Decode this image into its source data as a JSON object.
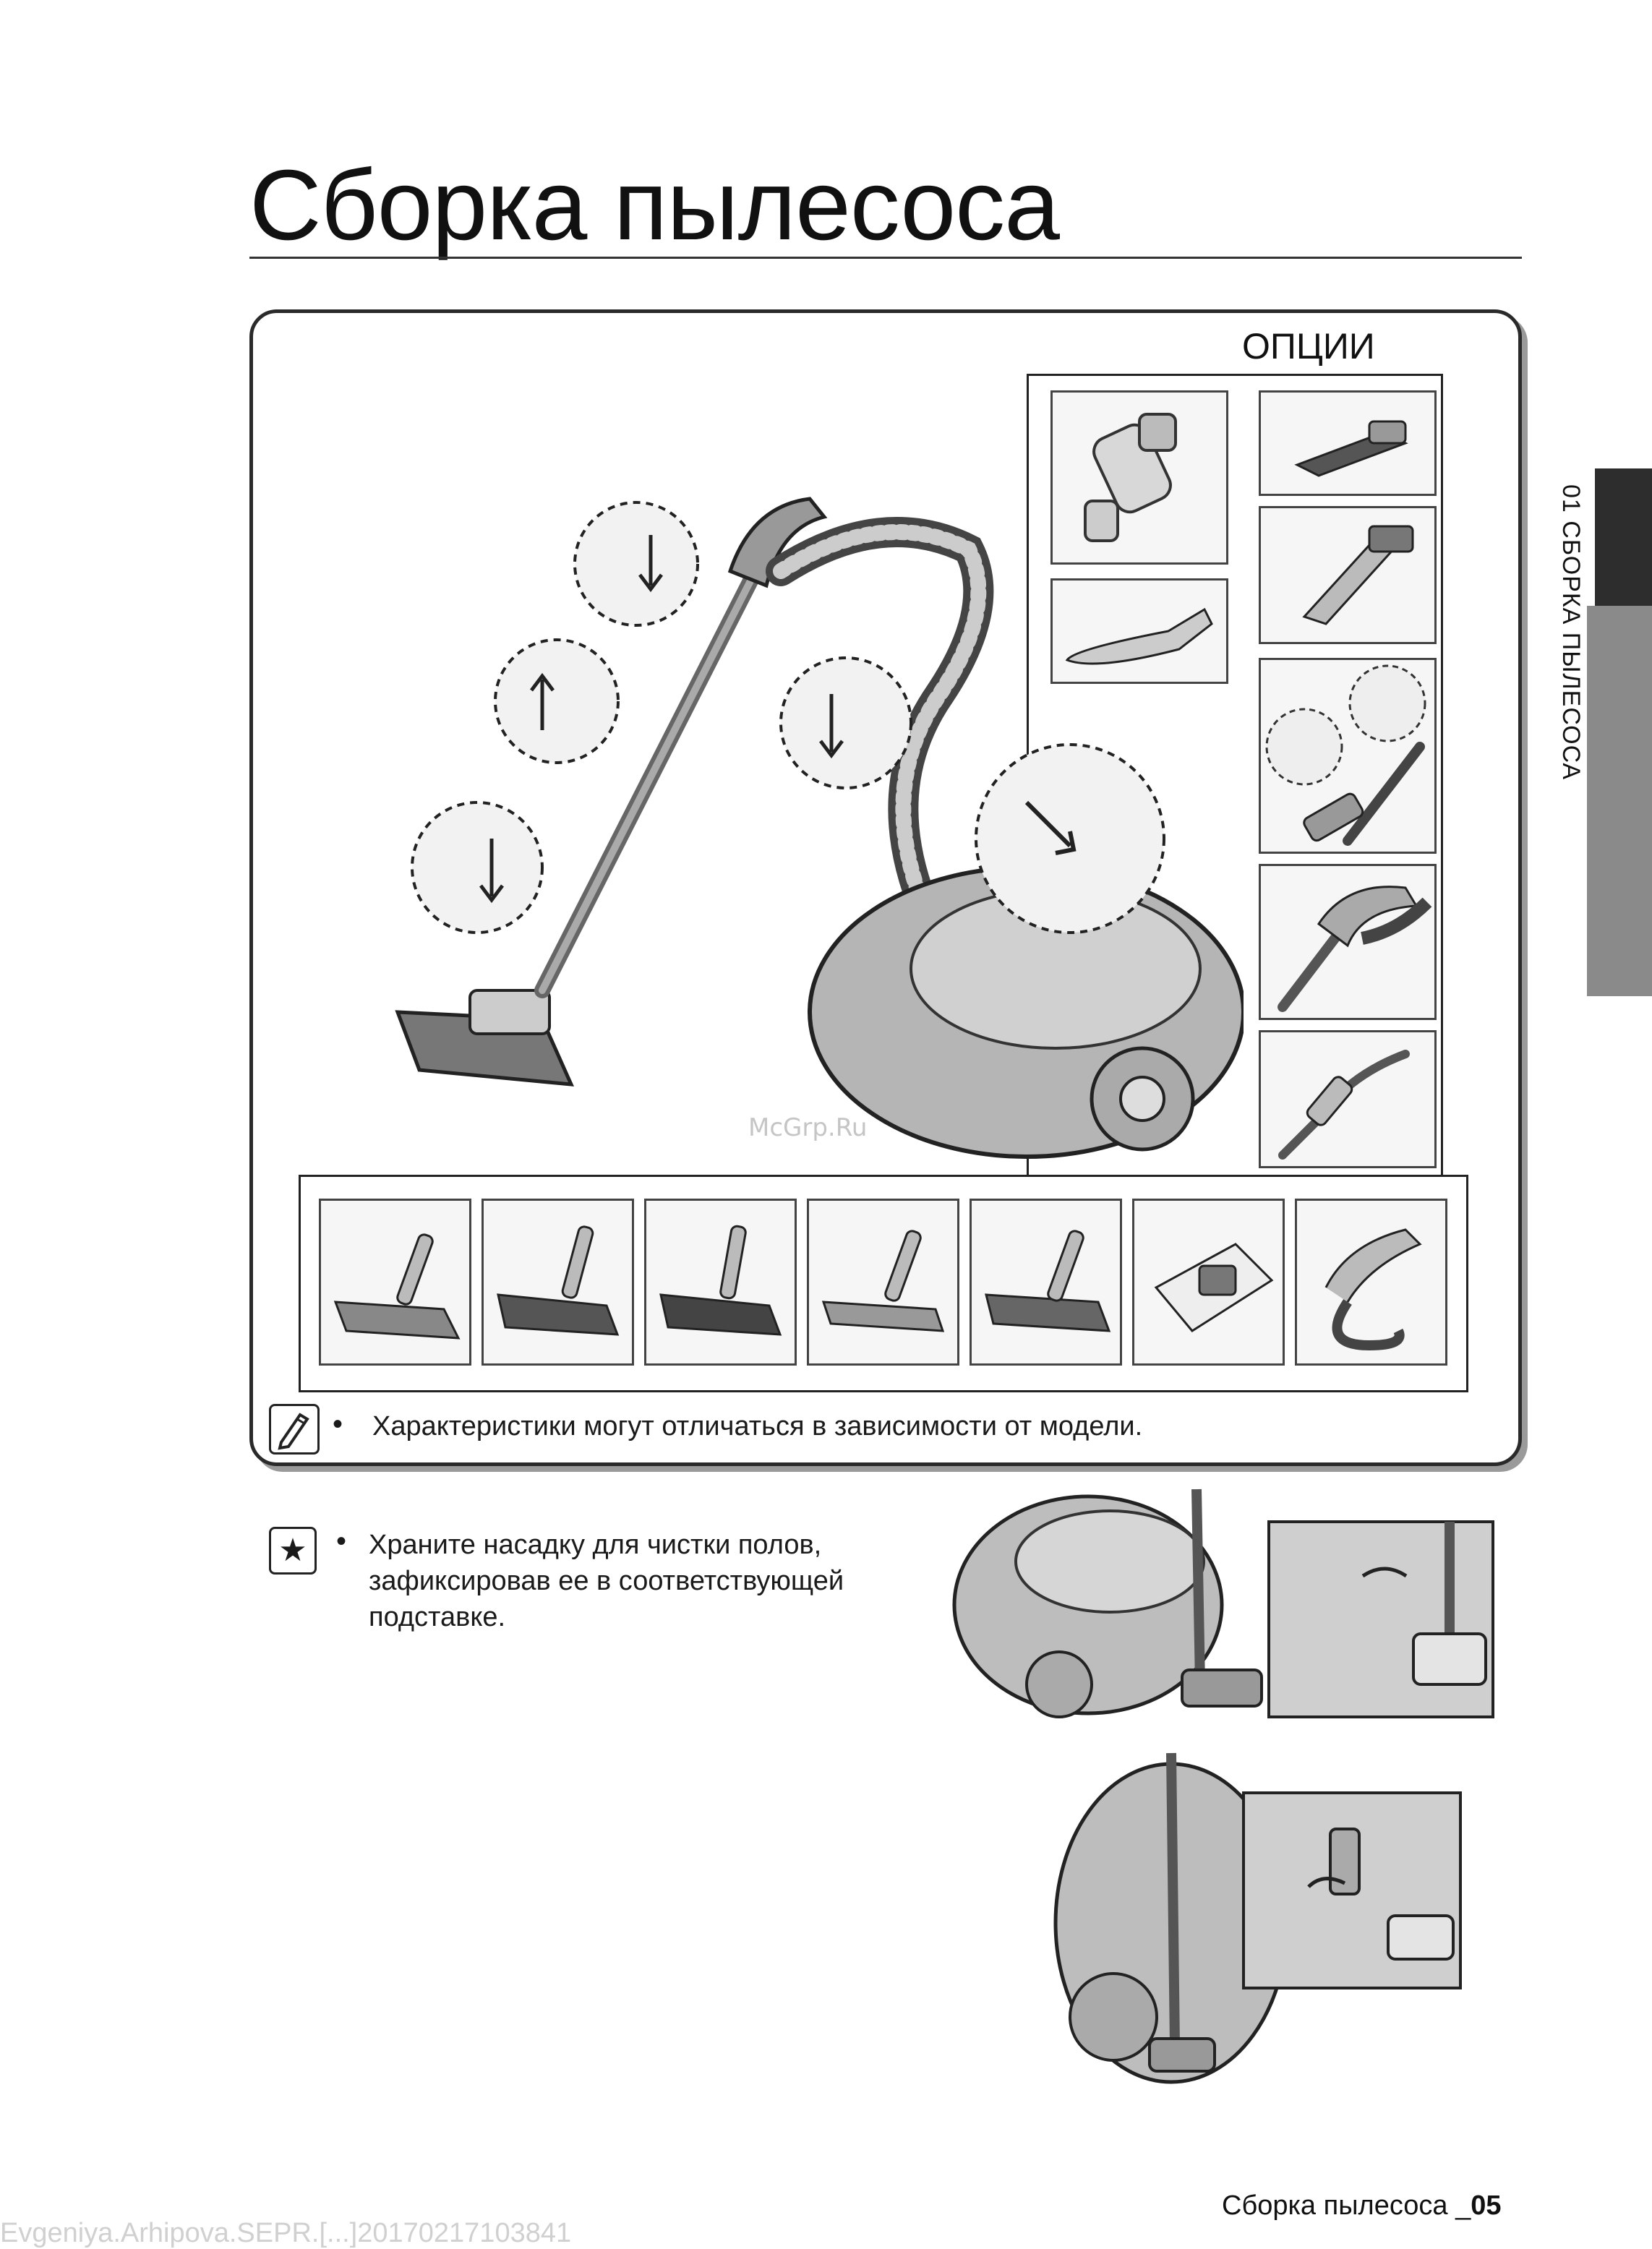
{
  "page": {
    "title": "Сборка пылесоса",
    "options_label": "ОПЦИИ",
    "note_text": "Характеристики могут отличаться в зависимости от модели.",
    "tip_text": "Храните насадку для чистки полов, зафиксировав ее в соответствующей подставке.",
    "side_tab": "01  СБОРКА ПЫЛЕСОСА",
    "footer_text": "Сборка пылесоса _",
    "footer_page": "05",
    "watermark": "McGrp.Ru",
    "bottom_stamp": "Evgeniya.Arhipova.SEPR.[...]20170217103841"
  },
  "icons": {
    "note": "pencil-note-icon",
    "tip": "star-icon"
  },
  "colors": {
    "frame": "#2a2a2a",
    "tab_dark": "#2d2d2d",
    "tab_light": "#8a8a8a"
  }
}
